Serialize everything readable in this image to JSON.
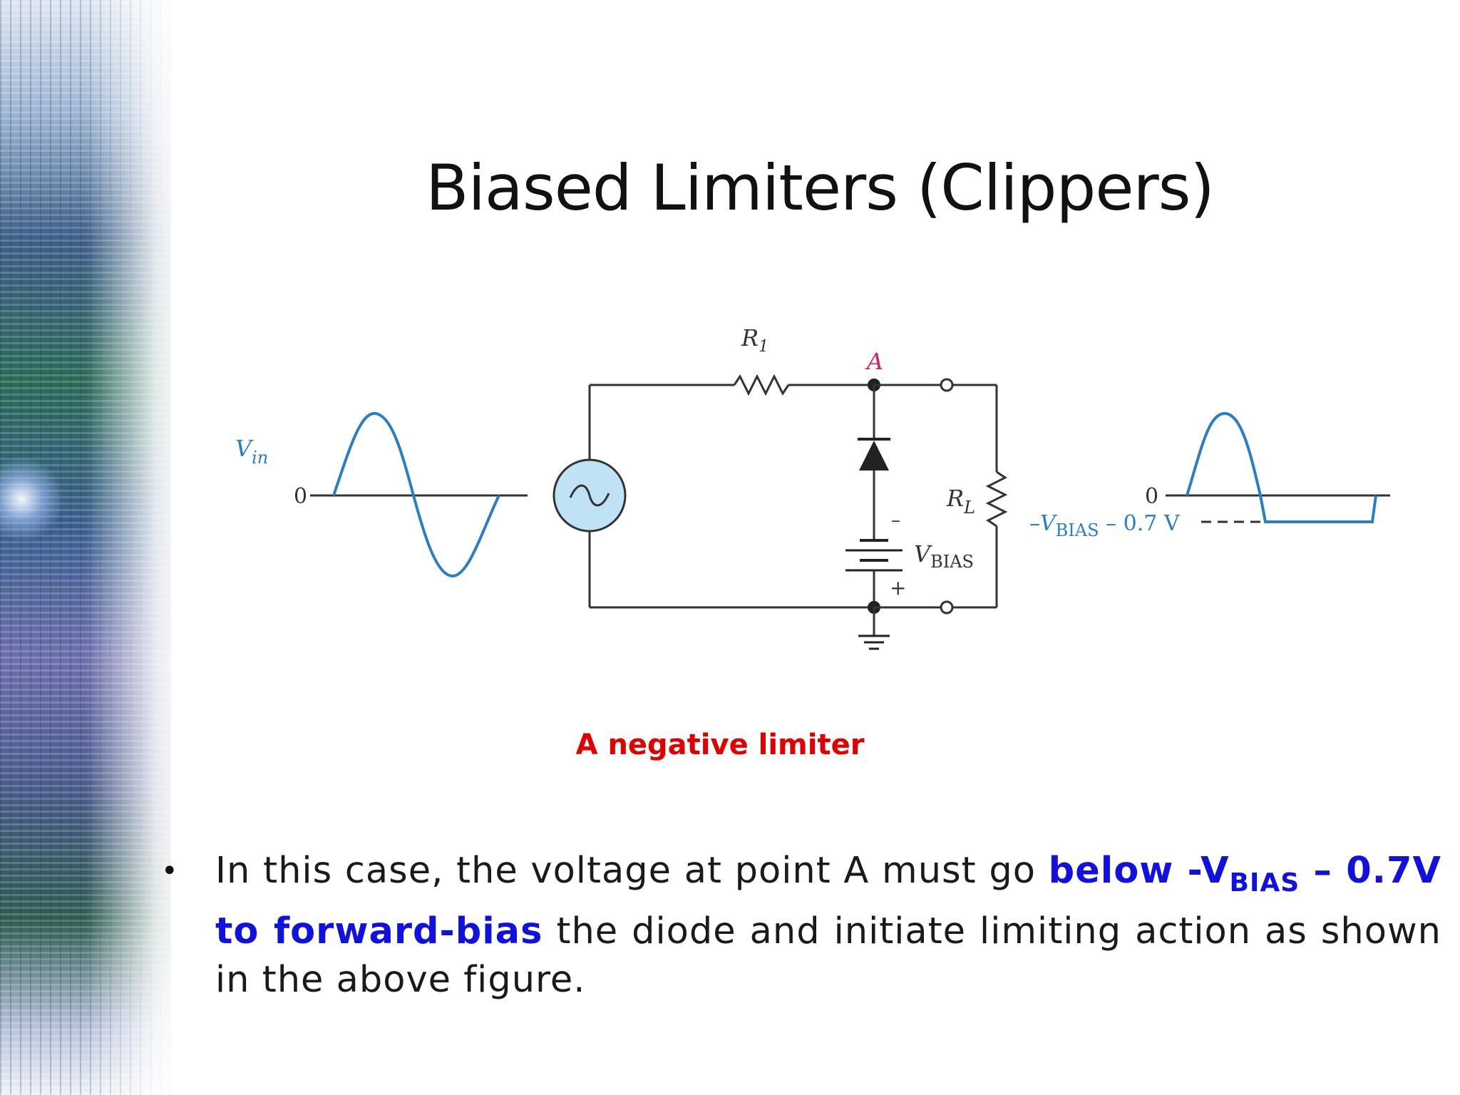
{
  "slide": {
    "title": "Biased Limiters (Clippers)",
    "caption": "A negative limiter",
    "bullet": {
      "marker": "•",
      "text_before": "In this case, the voltage at point A must go ",
      "highlight_part1": "below -V",
      "highlight_subscript": "BIAS",
      "highlight_part2": " – 0.7V to forward-bias",
      "text_after": " the diode and initiate limiting action as shown in the above figure."
    }
  },
  "diagram": {
    "input_label_main": "V",
    "input_label_sub": "in",
    "input_zero_label": "0",
    "r1_label_main": "R",
    "r1_label_sub": "1",
    "node_label": "A",
    "rl_label_main": "R",
    "rl_label_sub": "L",
    "battery_minus": "–",
    "battery_plus": "+",
    "vbias_label_main": "V",
    "vbias_label_sub": "BIAS",
    "output_zero_label": "0",
    "output_level_prefix": "–V",
    "output_level_sub": "BIAS",
    "output_level_suffix": " – 0.7 V"
  },
  "colors": {
    "title": "#111111",
    "caption": "#e00000",
    "highlight": "#1010e0",
    "waveform": "#2a7fc4",
    "node_label": "#d0206a",
    "source_fill": "#bfe3f5"
  }
}
